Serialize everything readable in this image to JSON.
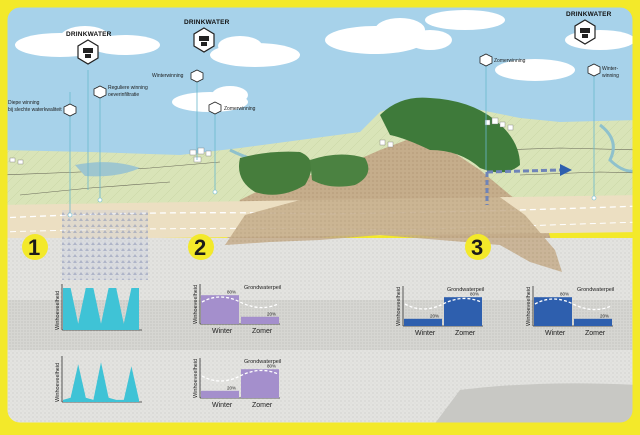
{
  "headings": {
    "drinkwater": "DRINKWATER"
  },
  "labels": {
    "diepe": [
      "Diepe winning",
      "bij slechte waterkwaliteit"
    ],
    "reguliere": [
      "Reguliere winning",
      "oeverinfiltratie"
    ],
    "winterwinning": "Winterwinning",
    "zomerwinning": "Zomerwinning",
    "zomerwinning_right": "Zomerwinning",
    "winterwinning_right": [
      "Winter-",
      "winning"
    ]
  },
  "sections": [
    "1",
    "2",
    "3"
  ],
  "chart_axes": {
    "ylabel": "Winhoeveelheid",
    "winter": "Winter",
    "zomer": "Zomer",
    "grondwaterpeil": "Grondwaterpeil"
  },
  "chart_data": [
    {
      "type": "area",
      "panel": "1-top",
      "ylabel": "Winhoeveelheid",
      "series": [
        {
          "name": "",
          "values": [
            1,
            1,
            0.15,
            1,
            1,
            0.15,
            1,
            1,
            0.15,
            1,
            1
          ]
        }
      ],
      "color": "#3fc3d6"
    },
    {
      "type": "area",
      "panel": "1-bottom",
      "ylabel": "Winhoeveelheid",
      "series": [
        {
          "name": "",
          "values": [
            0.05,
            0.1,
            0.9,
            0.1,
            0.05,
            0.95,
            0.1,
            0.05,
            0.05,
            0.85,
            0.05
          ]
        }
      ],
      "color": "#3fc3d6"
    },
    {
      "type": "bar",
      "panel": "2-top",
      "ylabel": "Winhoeveelheid",
      "categories": [
        "Winter",
        "Zomer"
      ],
      "values": [
        80,
        20
      ],
      "labels": [
        "80%",
        "20%"
      ],
      "annotation": "Grondwaterpeil",
      "color": "#a48fcc"
    },
    {
      "type": "bar",
      "panel": "2-bottom",
      "ylabel": "Winhoeveelheid",
      "categories": [
        "Winter",
        "Zomer"
      ],
      "values": [
        20,
        80
      ],
      "labels": [
        "20%",
        "80%"
      ],
      "annotation": "Grondwaterpeil",
      "color": "#a48fcc"
    },
    {
      "type": "bar",
      "panel": "3-left",
      "ylabel": "Winhoeveelheid",
      "categories": [
        "Winter",
        "Zomer"
      ],
      "values": [
        20,
        80
      ],
      "labels": [
        "20%",
        "80%"
      ],
      "annotation": "Grondwaterpeil",
      "color": "#2e5fae"
    },
    {
      "type": "bar",
      "panel": "3-right",
      "ylabel": "Winhoeveelheid",
      "categories": [
        "Winter",
        "Zomer"
      ],
      "values": [
        80,
        20
      ],
      "labels": [
        "80%",
        "20%"
      ],
      "annotation": "Grondwaterpeil",
      "color": "#2e5fae"
    }
  ],
  "colors": {
    "frame": "#f3e92a",
    "sky": "#a8d3e8",
    "grass": "#d7e3b4",
    "sand": "#c9b28f",
    "cyan": "#3fc3d6",
    "purple": "#a48fcc",
    "blue": "#2e5fae",
    "forest": "#3f7a3a"
  }
}
